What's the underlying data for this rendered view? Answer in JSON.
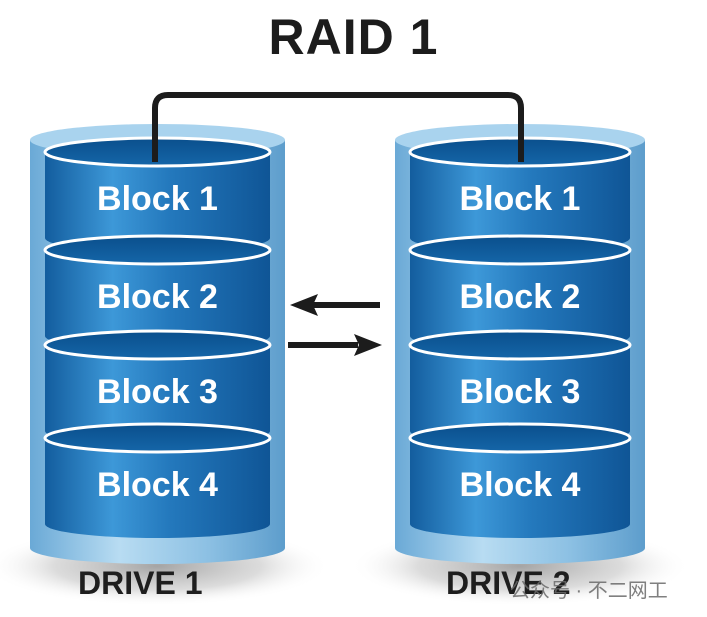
{
  "title": "RAID 1",
  "drives": [
    {
      "label": "DRIVE 1",
      "blocks": [
        "Block 1",
        "Block 2",
        "Block 3",
        "Block 4"
      ]
    },
    {
      "label": "DRIVE 2",
      "blocks": [
        "Block 1",
        "Block 2",
        "Block 3",
        "Block 4"
      ]
    }
  ],
  "arrows": [
    {
      "direction": "left",
      "icon": "arrow-left-icon"
    },
    {
      "direction": "right",
      "icon": "arrow-right-icon"
    }
  ],
  "connector": {
    "icon": "mirror-connector-line"
  },
  "watermark": "公众号 · 不二网工",
  "colors": {
    "outer_cylinder": "#8fc3e4",
    "outer_cylinder_dark": "#5a9fcf",
    "block_body": "#1f73b6",
    "block_body_light": "#3a93d4",
    "block_top": "#0d5a9a",
    "rim": "#ffffff",
    "text": "#ffffff",
    "line": "#1c1c1c"
  }
}
